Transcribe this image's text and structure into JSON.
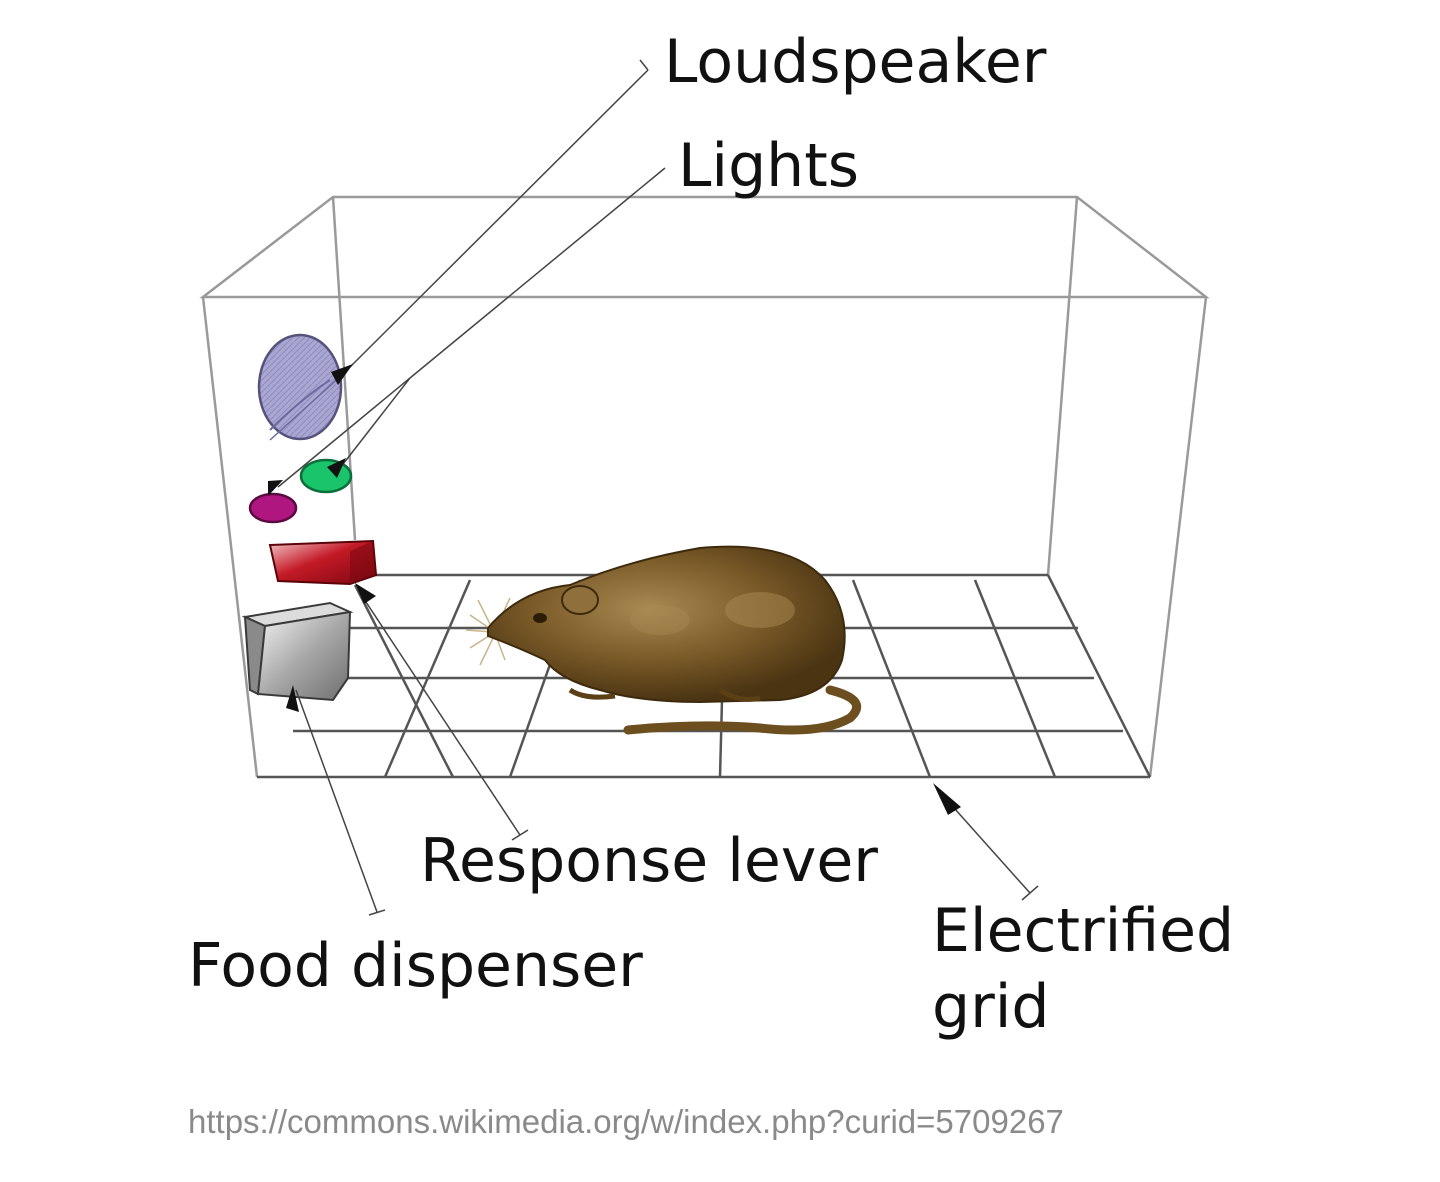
{
  "labels": {
    "loudspeaker": "Loudspeaker",
    "lights": "Lights",
    "response_lever": "Response lever",
    "food_dispenser": "Food dispenser",
    "electrified_grid_line1": "Electrified",
    "electrified_grid_line2": "grid"
  },
  "source_url": "https://commons.wikimedia.org/w/index.php?curid=5709267",
  "colors": {
    "box_edges": "#9a9a9a",
    "grid_lines": "#555555",
    "leader_lines": "#444444",
    "loudspeaker": "#a8a4cf",
    "light_green": "#19c46a",
    "light_magenta": "#b0167f",
    "lever": "#b3121f",
    "dispenser": "#a6a6a6",
    "rat_body": "#6d4e1e",
    "text": "#111111",
    "url": "#8a8a8a"
  },
  "icons": [
    "rat-illustration",
    "loudspeaker-disc",
    "light-bulb",
    "lever-block",
    "food-cube"
  ]
}
